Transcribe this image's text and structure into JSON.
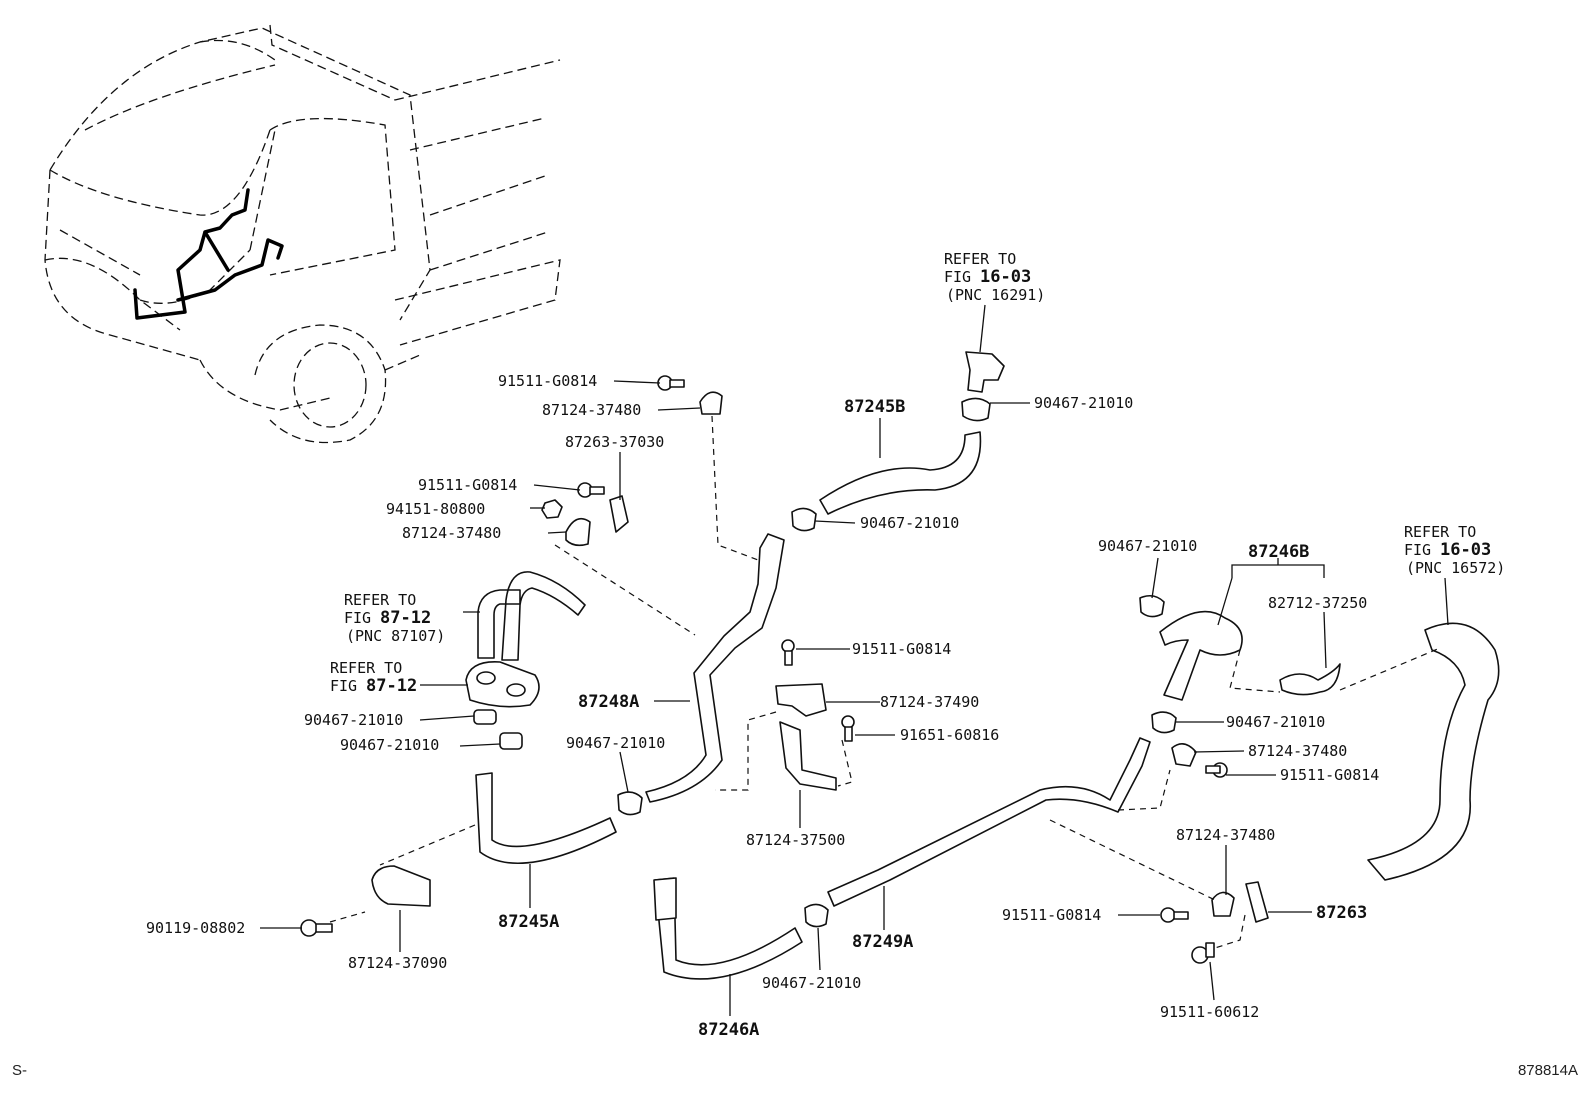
{
  "labels": {
    "p_91511_a": "91511-G0814",
    "p_87124_a": "87124-37480",
    "p_87263_37030": "87263-37030",
    "p_91511_b": "91511-G0814",
    "p_94151": "94151-80800",
    "p_87124_b": "87124-37480",
    "p_87245B": "87245B",
    "p_90467_top": "90467-21010",
    "p_90467_mid": "90467-21010",
    "p_87248A": "87248A",
    "p_90467_l1": "90467-21010",
    "p_90467_l2": "90467-21010",
    "p_90467_c": "90467-21010",
    "p_91511_c": "91511-G0814",
    "p_87124_37490": "87124-37490",
    "p_91651": "91651-60816",
    "p_87124_37500": "87124-37500",
    "p_87245A": "87245A",
    "p_90119": "90119-08802",
    "p_87124_37090": "87124-37090",
    "p_87246A": "87246A",
    "p_90467_bot": "90467-21010",
    "p_87249A": "87249A",
    "p_90467_r1": "90467-21010",
    "p_87246B": "87246B",
    "p_82712": "82712-37250",
    "p_90467_r2": "90467-21010",
    "p_87124_r1": "87124-37480",
    "p_91511_r1": "91511-G0814",
    "p_87124_r2": "87124-37480",
    "p_91511_r2": "91511-G0814",
    "p_87263": "87263",
    "p_91511_60612": "91511-60612"
  },
  "refs": {
    "fig1603_a": {
      "line1": "REFER TO",
      "line2": "FIG",
      "fig": "16-03",
      "pnc": "(PNC 16291)"
    },
    "fig8712_a": {
      "line1": "REFER TO",
      "line2": "FIG",
      "fig": "87-12",
      "pnc": "(PNC 87107)"
    },
    "fig8712_b": {
      "line1": "REFER TO",
      "line2": "FIG",
      "fig": "87-12"
    },
    "fig1603_b": {
      "line1": "REFER TO",
      "line2": "FIG",
      "fig": "16-03",
      "pnc": "(PNC 16572)"
    }
  },
  "corner": {
    "left": "S-",
    "right": "878814A"
  }
}
